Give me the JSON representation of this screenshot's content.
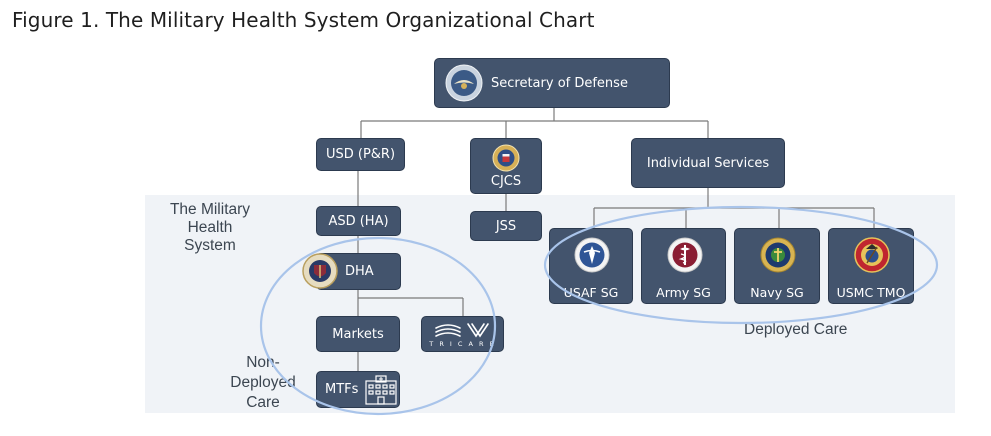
{
  "figure": {
    "title": "Figure 1.  The Military Health System Organizational Chart"
  },
  "labels": {
    "mhs_line1": "The Military Health",
    "mhs_line2": "System",
    "non_deployed_line1": "Non-",
    "non_deployed_line2": "Deployed",
    "non_deployed_line3": "Care",
    "deployed": "Deployed Care"
  },
  "nodes": {
    "secdef": "Secretary of Defense",
    "usd": "USD (P&R)",
    "cjcs": "CJCS",
    "individual_services": "Individual Services",
    "asd": "ASD (HA)",
    "jss": "JSS",
    "dha": "DHA",
    "markets": "Markets",
    "tricare": "T R I C A R E",
    "mtfs": "MTFs",
    "usaf": "USAF SG",
    "army": "Army SG",
    "navy": "Navy SG",
    "usmc": "USMC TMO"
  },
  "colors": {
    "box_fill": "#43546d",
    "band": "#f0f3f7",
    "connector": "#7a7a7a",
    "ellipse": "#a9c4ea"
  }
}
